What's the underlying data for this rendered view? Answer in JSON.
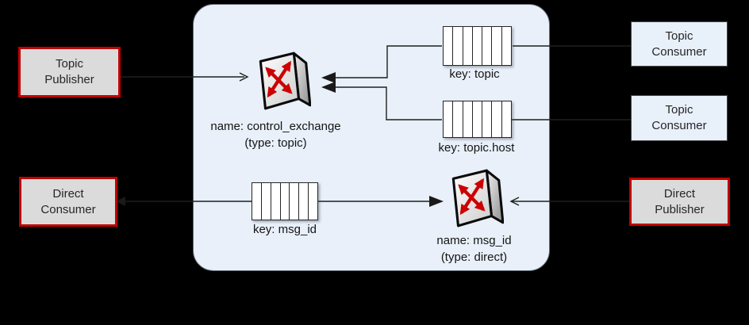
{
  "diagram_type": "rabbitmq-rpc-message-flow",
  "colors": {
    "background": "#000000",
    "node_fill": "#E9F0F9",
    "node_border": "#5F6B76",
    "red_accent": "#C00000",
    "gray_box_fill": "#DBDBDB",
    "blue_box_fill": "#E8F0FA",
    "line": "#1F1F1F",
    "exchange_arrow_red": "#CC0000",
    "queue_fill": "#FFFFFF"
  },
  "actors": {
    "topic_publisher": {
      "lines": [
        "Topic",
        "Publisher"
      ]
    },
    "direct_consumer": {
      "lines": [
        "Direct",
        "Consumer"
      ]
    },
    "topic_consumer_1": {
      "lines": [
        "Topic",
        "Consumer"
      ]
    },
    "topic_consumer_2": {
      "lines": [
        "Topic",
        "Consumer"
      ]
    },
    "direct_publisher": {
      "lines": [
        "Direct",
        "Publisher"
      ]
    }
  },
  "node": {
    "exchanges": [
      {
        "id": "control_exchange",
        "name_label": "name: control_exchange",
        "type_label": "(type: topic)",
        "icon": "exchange-switch-icon"
      },
      {
        "id": "msg_id",
        "name_label": "name: msg_id",
        "type_label": "(type: direct)",
        "icon": "exchange-switch-icon"
      }
    ],
    "queues": [
      {
        "id": "topic",
        "label": "key: topic",
        "cells": 7
      },
      {
        "id": "topic_host",
        "label": "key: topic.host",
        "cells": 7
      },
      {
        "id": "msg_id",
        "label": "key: msg_id",
        "cells": 7
      }
    ]
  }
}
